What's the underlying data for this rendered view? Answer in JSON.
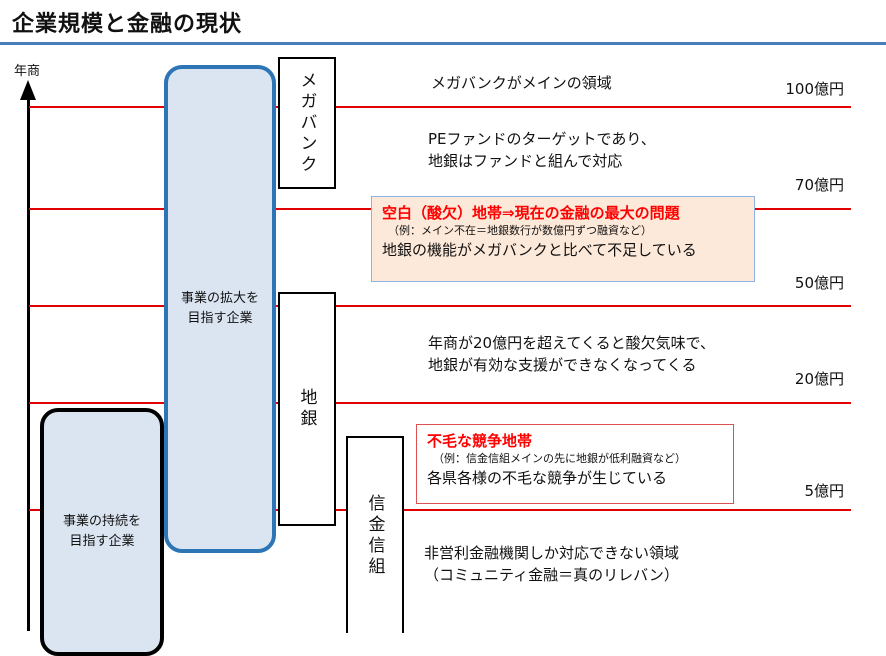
{
  "title": "企業規模と金融の現状",
  "axis": {
    "label": "年商"
  },
  "tiers": [
    {
      "label": "100億円"
    },
    {
      "label": "70億円"
    },
    {
      "label": "50億円"
    },
    {
      "label": "20億円"
    },
    {
      "label": "5億円"
    }
  ],
  "company_boxes": {
    "expand": {
      "line1": "事業の拡大を",
      "line2": "目指す企業"
    },
    "sustain": {
      "line1": "事業の持続を",
      "line2": "目指す企業"
    }
  },
  "lenders": {
    "megabank": "メガバンク",
    "regional": "地銀",
    "shinkin": "信金信組"
  },
  "notes": {
    "mega_domain": "メガバンクがメインの領域",
    "pe_line1": "PEファンドのターゲットであり、",
    "pe_line2": "地銀はファンドと組んで対応",
    "acid_line1": "年商が20億円を超えてくると酸欠気味で、",
    "acid_line2": "地銀が有効な支援ができなくなってくる",
    "nonprofit_line1": "非営利金融機関しか対応できない領域",
    "nonprofit_line2": "（コミュニティ金融＝真のリレバン）"
  },
  "callouts": {
    "blank_zone": {
      "heading": "空白（酸欠）地帯⇒現在の金融の最大の問題",
      "example": "（例：メイン不在＝地銀数行が数億円ずつ融資など）",
      "body": "地銀の機能がメガバンクと比べて不足している"
    },
    "barren_zone": {
      "heading": "不毛な競争地帯",
      "example": "（例：信金信組メインの先に地銀が低利融資など）",
      "body": "各県各様の不毛な競争が生じている"
    }
  },
  "colors": {
    "threshold_line": "#e00000",
    "title_rule": "#4a7ebb",
    "expand_border": "#2e75b6",
    "box_fill": "#dbe5f1",
    "callout_fill": "#fde9d9",
    "callout_heading": "#ff0000"
  }
}
